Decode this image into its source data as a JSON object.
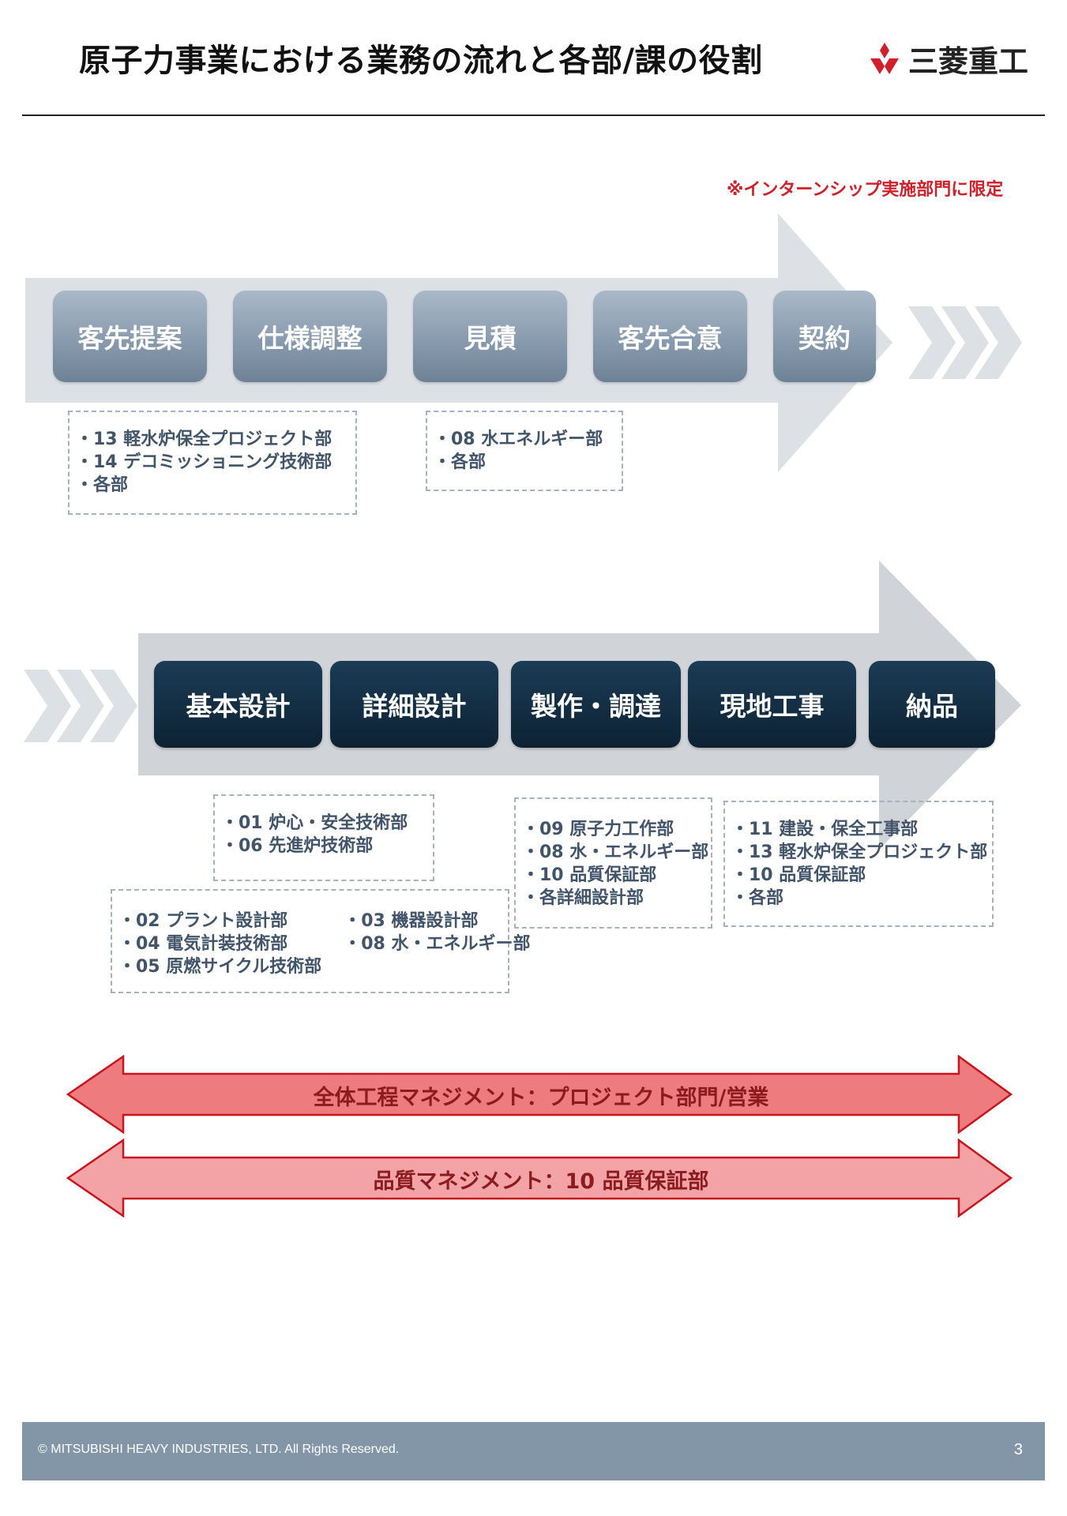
{
  "header": {
    "title": "原子力事業における業務の流れと各部/課の役割",
    "logo_text": "三菱重工"
  },
  "note": "※インターンシップ実施部門に限定",
  "upper_flow": {
    "steps": [
      "客先提案",
      "仕様調整",
      "見積",
      "客先合意",
      "契約"
    ],
    "notes": [
      [
        "・13 軽水炉保全プロジェクト部",
        "・14 デコミッショニング技術部",
        "・各部"
      ],
      [
        "・08 水エネルギー部",
        "・各部"
      ]
    ]
  },
  "lower_flow": {
    "steps": [
      "基本設計",
      "詳細設計",
      "製作・調達",
      "現地工事",
      "納品"
    ],
    "notes": [
      [
        "・01 炉心・安全技術部",
        "・06 先進炉技術部"
      ],
      [
        "・09 原子力工作部",
        "・08 水・エネルギー部",
        "・10 品質保証部",
        "・各詳細設計部"
      ],
      [
        "・11 建設・保全工事部",
        "・13 軽水炉保全プロジェクト部",
        "・10 品質保証部",
        "・各部"
      ]
    ],
    "design_note": {
      "left": [
        "・02 プラント設計部",
        "・04 電気計装技術部",
        "・05 原燃サイクル技術部"
      ],
      "right": [
        "・03 機器設計部",
        "・08 水・エネルギー部"
      ]
    }
  },
  "bands": [
    {
      "label": "全体工程マネジメント：プロジェクト部門/営業",
      "color": "#ee7b7d"
    },
    {
      "label": "品質マネジメント：10 品質保証部",
      "color": "#f3a3a5"
    }
  ],
  "colors": {
    "accent_red": "#d0202a",
    "upper_box": "#8a9cb0",
    "lower_box": "#12293d",
    "footer": "#8396a7"
  },
  "footer": {
    "copyright": "© MITSUBISHI HEAVY INDUSTRIES, LTD.  All Rights Reserved.",
    "page": "3"
  }
}
